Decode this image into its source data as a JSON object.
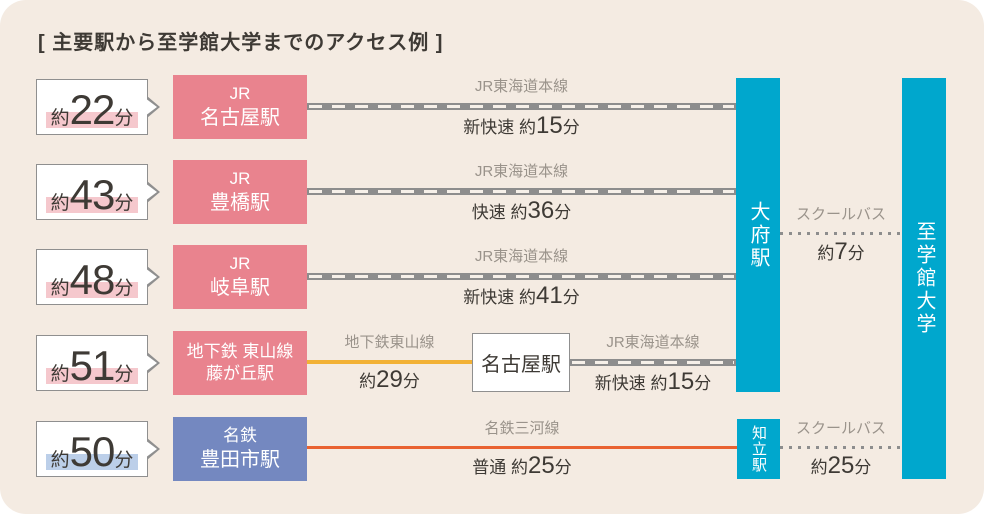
{
  "title": "[ 主要駅から至学館大学までのアクセス例 ]",
  "colors": {
    "page_bg": "#ffffff",
    "panel_bg": "#f4ebe2",
    "station_pink": "#e9838e",
    "station_blue": "#7488c0",
    "bar_cyan": "#00a7cd",
    "rail_gray": "#8d8d8d",
    "dash_white": "#f6f0e9",
    "subway_yellow": "#f2b135",
    "meitetsu_orange": "#e96231",
    "highlight_pink": "#f5c8cd",
    "highlight_blue": "#bccfe9",
    "text_dark": "#3e3a35",
    "text_gray": "#9a938b",
    "border_gray": "#8f8f8f"
  },
  "rows": [
    {
      "time": {
        "pre": "約",
        "num": "22",
        "post": "分"
      },
      "station": {
        "line1": "JR",
        "line2": "名古屋駅"
      },
      "seg": {
        "name": "JR東海道本線",
        "time_pre": "新快速 約",
        "time_num": "15",
        "time_post": "分"
      }
    },
    {
      "time": {
        "pre": "約",
        "num": "43",
        "post": "分"
      },
      "station": {
        "line1": "JR",
        "line2": "豊橋駅"
      },
      "seg": {
        "name": "JR東海道本線",
        "time_pre": "快速 約",
        "time_num": "36",
        "time_post": "分"
      }
    },
    {
      "time": {
        "pre": "約",
        "num": "48",
        "post": "分"
      },
      "station": {
        "line1": "JR",
        "line2": "岐阜駅"
      },
      "seg": {
        "name": "JR東海道本線",
        "time_pre": "新快速 約",
        "time_num": "41",
        "time_post": "分"
      }
    },
    {
      "time": {
        "pre": "約",
        "num": "51",
        "post": "分"
      },
      "station": {
        "line1": "地下鉄 東山線",
        "line2": "藤が丘駅"
      },
      "seg": {
        "name": "地下鉄東山線",
        "time_pre": "約",
        "time_num": "29",
        "time_post": "分"
      },
      "mid_station": "名古屋駅",
      "seg2": {
        "name": "JR東海道本線",
        "time_pre": "新快速 約",
        "time_num": "15",
        "time_post": "分"
      }
    },
    {
      "time": {
        "pre": "約",
        "num": "50",
        "post": "分"
      },
      "station": {
        "line1": "名鉄",
        "line2": "豊田市駅"
      },
      "seg": {
        "name": "名鉄三河線",
        "time_pre": "普通 約",
        "time_num": "25",
        "time_post": "分"
      }
    }
  ],
  "right": {
    "obu_station": "大府駅",
    "chiryu_station": "知立駅",
    "university": "至学館大学",
    "bus1": {
      "name": "スクールバス",
      "time_pre": "約",
      "time_num": "7",
      "time_post": "分"
    },
    "bus2": {
      "name": "スクールバス",
      "time_pre": "約",
      "time_num": "25",
      "time_post": "分"
    }
  }
}
